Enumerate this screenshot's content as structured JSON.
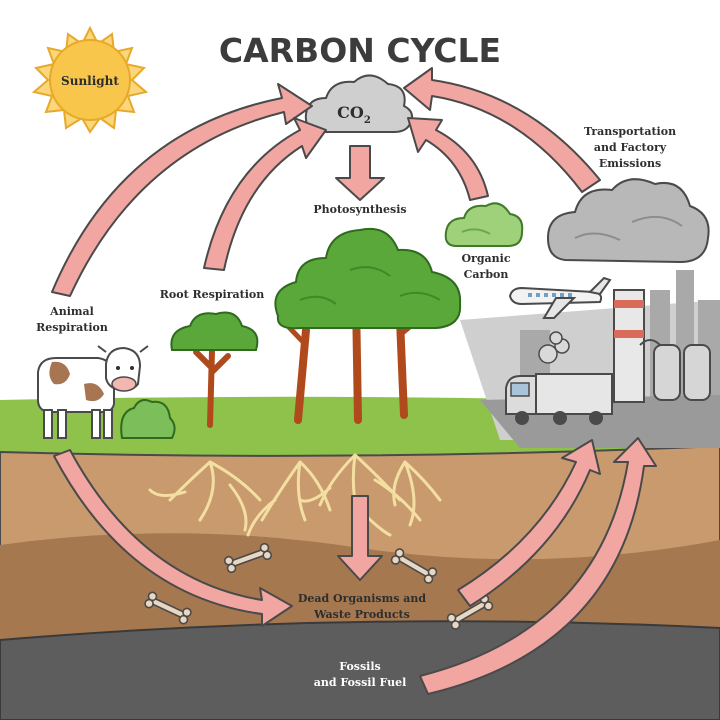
{
  "title": "CARBON CYCLE",
  "labels": {
    "sunlight": "Sunlight",
    "co2_main": "CO",
    "co2_sub": "2",
    "photosynthesis": "Photosynthesis",
    "transport_1": "Transportation",
    "transport_2": "and Factory",
    "transport_3": "Emissions",
    "organic_1": "Organic",
    "organic_2": "Carbon",
    "root_respiration": "Root Respiration",
    "animal_1": "Animal",
    "animal_2": "Respiration",
    "dead_1": "Dead Organisms and",
    "dead_2": "Waste Products",
    "fossils_1": "Fossils",
    "fossils_2": "and Fossil Fuel"
  },
  "colors": {
    "arrow_fill": "#f2a6a1",
    "arrow_stroke": "#4a4a4a",
    "sun": "#f7c64a",
    "grass": "#8fc24a",
    "soil_top": "#c89a6e",
    "soil_mid": "#a5784f",
    "rock": "#5d5d5d",
    "foliage": "#5aa83a",
    "trunk": "#b04a1d",
    "smog": "#bdbdbd"
  },
  "icons": [
    "sun-icon",
    "co2-cloud-icon",
    "organic-carbon-cloud-icon",
    "cow-icon",
    "tree-icon",
    "airplane-icon",
    "truck-icon",
    "factory-icon",
    "smoke-cloud-icon",
    "bone-icon",
    "roots-icon"
  ]
}
